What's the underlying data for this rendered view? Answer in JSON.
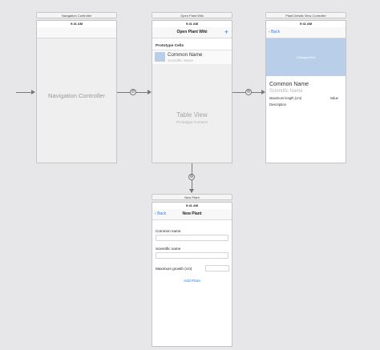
{
  "scenes": {
    "nav": {
      "title": "Navigation Controller",
      "status_time": "9:41 AM",
      "body_label": "Navigation Controller"
    },
    "list": {
      "title": "Open Plant Wiki",
      "status_time": "9:41 AM",
      "nav_title": "Open Plant Wiki",
      "add_label": "+",
      "section_header": "Prototype Cells",
      "cell_title": "Common Name",
      "cell_subtitle": "Scientific Name",
      "table_label": "Table View",
      "table_sublabel": "Prototype Content"
    },
    "detail": {
      "title": "Plant Details View Controller",
      "status_time": "9:41 AM",
      "back_label": "Back",
      "image_label": "UIImageView",
      "common_name": "Common Name",
      "scientific_name": "Scientific Name",
      "max_length_label": "Maximum length (cm)",
      "max_length_value": "Value",
      "description_label": "Description"
    },
    "new_plant": {
      "title": "New Plant",
      "status_time": "9:41 AM",
      "back_label": "Back",
      "nav_title": "New Plant",
      "common_name_label": "Common name",
      "scientific_name_label": "Scientific name",
      "max_growth_label": "Maximum growth (cm)",
      "add_button": "Add Plant"
    }
  },
  "segues": {
    "root_icon": "⊘",
    "show_icon": "⊚",
    "present_icon": "⊕"
  },
  "colors": {
    "canvas": "#e7e7e9",
    "accent": "#2d7cf6",
    "image_placeholder": "#b9cfe9"
  }
}
